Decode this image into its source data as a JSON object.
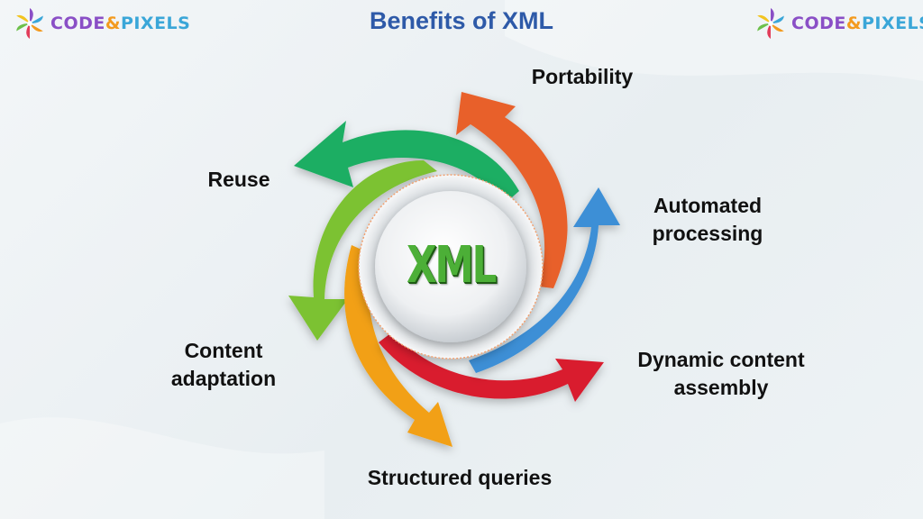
{
  "title": "Benefits of XML",
  "brand": {
    "name_part1": "CODE",
    "ampersand": "&",
    "name_part2": "PIXELS"
  },
  "center_label": "XML",
  "benefits": [
    {
      "label": "Portability",
      "color": "#e8602a"
    },
    {
      "label": "Automated processing",
      "label_line1": "Automated",
      "label_line2": "processing",
      "color": "#3d8fd6"
    },
    {
      "label": "Dynamic content assembly",
      "label_line1": "Dynamic content",
      "label_line2": "assembly",
      "color": "#d91d2f"
    },
    {
      "label": "Structured queries",
      "color": "#f2a012"
    },
    {
      "label": "Content adaptation",
      "label_line1": "Content",
      "label_line2": "adaptation",
      "color": "#7cc232"
    },
    {
      "label": "Reuse",
      "color": "#1fae63"
    }
  ]
}
